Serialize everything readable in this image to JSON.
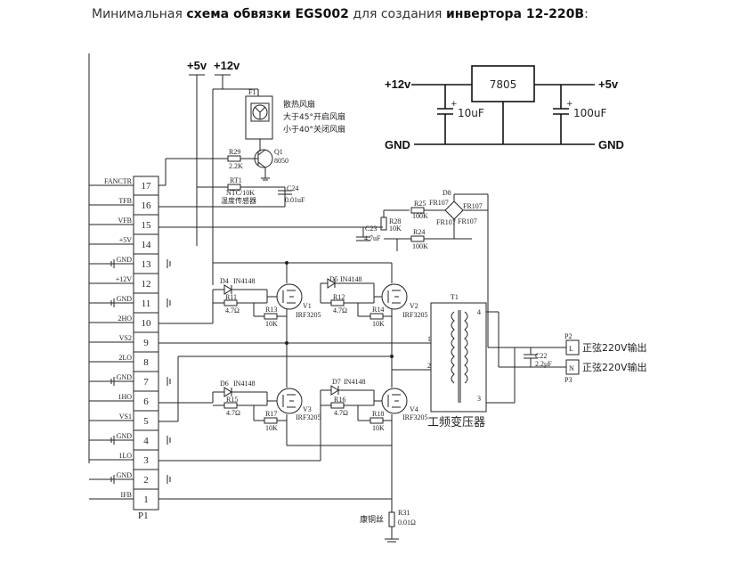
{
  "caption": {
    "prefix": "Минимальная ",
    "bold1": "схема обвязки EGS002",
    "middle": " для создания ",
    "bold2": "инвертора 12-220В",
    "suffix": ":"
  },
  "regulator": {
    "chip": "7805",
    "in_label": "+12v",
    "out_label": "+5v",
    "gnd_left": "GND",
    "gnd_right": "GND",
    "cap_in": "10uF",
    "cap_out": "100uF",
    "plus": "+"
  },
  "rails": {
    "v5": "+5v",
    "v12": "+12v"
  },
  "connector": {
    "name": "P1",
    "pins": [
      {
        "num": "17",
        "label": "FANCTR"
      },
      {
        "num": "16",
        "label": "TFB"
      },
      {
        "num": "15",
        "label": "VFB"
      },
      {
        "num": "14",
        "label": "+5V"
      },
      {
        "num": "13",
        "label": "GND"
      },
      {
        "num": "12",
        "label": "+12V"
      },
      {
        "num": "11",
        "label": "GND"
      },
      {
        "num": "10",
        "label": "2HO"
      },
      {
        "num": "9",
        "label": "VS2"
      },
      {
        "num": "8",
        "label": "2LO"
      },
      {
        "num": "7",
        "label": "GND"
      },
      {
        "num": "6",
        "label": "1HO"
      },
      {
        "num": "5",
        "label": "VS1"
      },
      {
        "num": "4",
        "label": "GND"
      },
      {
        "num": "3",
        "label": "1LO"
      },
      {
        "num": "2",
        "label": "GND"
      },
      {
        "num": "1",
        "label": "IFB"
      }
    ]
  },
  "fan": {
    "ref": "F1",
    "title": "散热风扇",
    "line1": "大于45°开启风扇",
    "line2": "小于40°关闭风扇"
  },
  "parts": {
    "r29": "R29",
    "r29v": "2.2K",
    "q1": "Q1",
    "q1v": "8050",
    "rt1": "RT1",
    "rt1v": "NTC/10K",
    "rt1d": "温度传感器",
    "c24": "C24",
    "c24v": "0.01uF",
    "c23": "C23",
    "c23v": "4.7uF",
    "r28": "R28",
    "r28v": "10K",
    "r25": "R25",
    "r25v": "100K",
    "r24": "R24",
    "r24v": "100K",
    "d8": "D8",
    "d8v": "FR107",
    "d4": "D4",
    "d4v": "IN4148",
    "d5": "D5",
    "d5v": "IN4148",
    "d6": "D6",
    "d6v": "IN4148",
    "d7": "D7",
    "d7v": "IN4148",
    "r11": "R11",
    "r11v": "4.7Ω",
    "r12": "R12",
    "r12v": "4.7Ω",
    "r15": "R15",
    "r15v": "4.7Ω",
    "r16": "R16",
    "r16v": "4.7Ω",
    "r13": "R13",
    "r13v": "10K",
    "r14": "R14",
    "r14v": "10K",
    "r17": "R17",
    "r17v": "10K",
    "r18": "R18",
    "r18v": "10K",
    "v1": "V1",
    "v2": "V2",
    "v3": "V3",
    "v4": "V4",
    "mos": "IRF3205",
    "t1": "T1",
    "trafo": "工频变压器",
    "c22": "C22",
    "c22v": "2.2μF",
    "p2": "P2",
    "p3": "P3",
    "l": "L",
    "n": "N",
    "out": "正弦220V输出",
    "r31": "R31",
    "r31v": "0.01Ω",
    "r31d": "康铜丝",
    "tp4": "4",
    "tp1": "1",
    "tp2": "2",
    "tp3": "3"
  }
}
